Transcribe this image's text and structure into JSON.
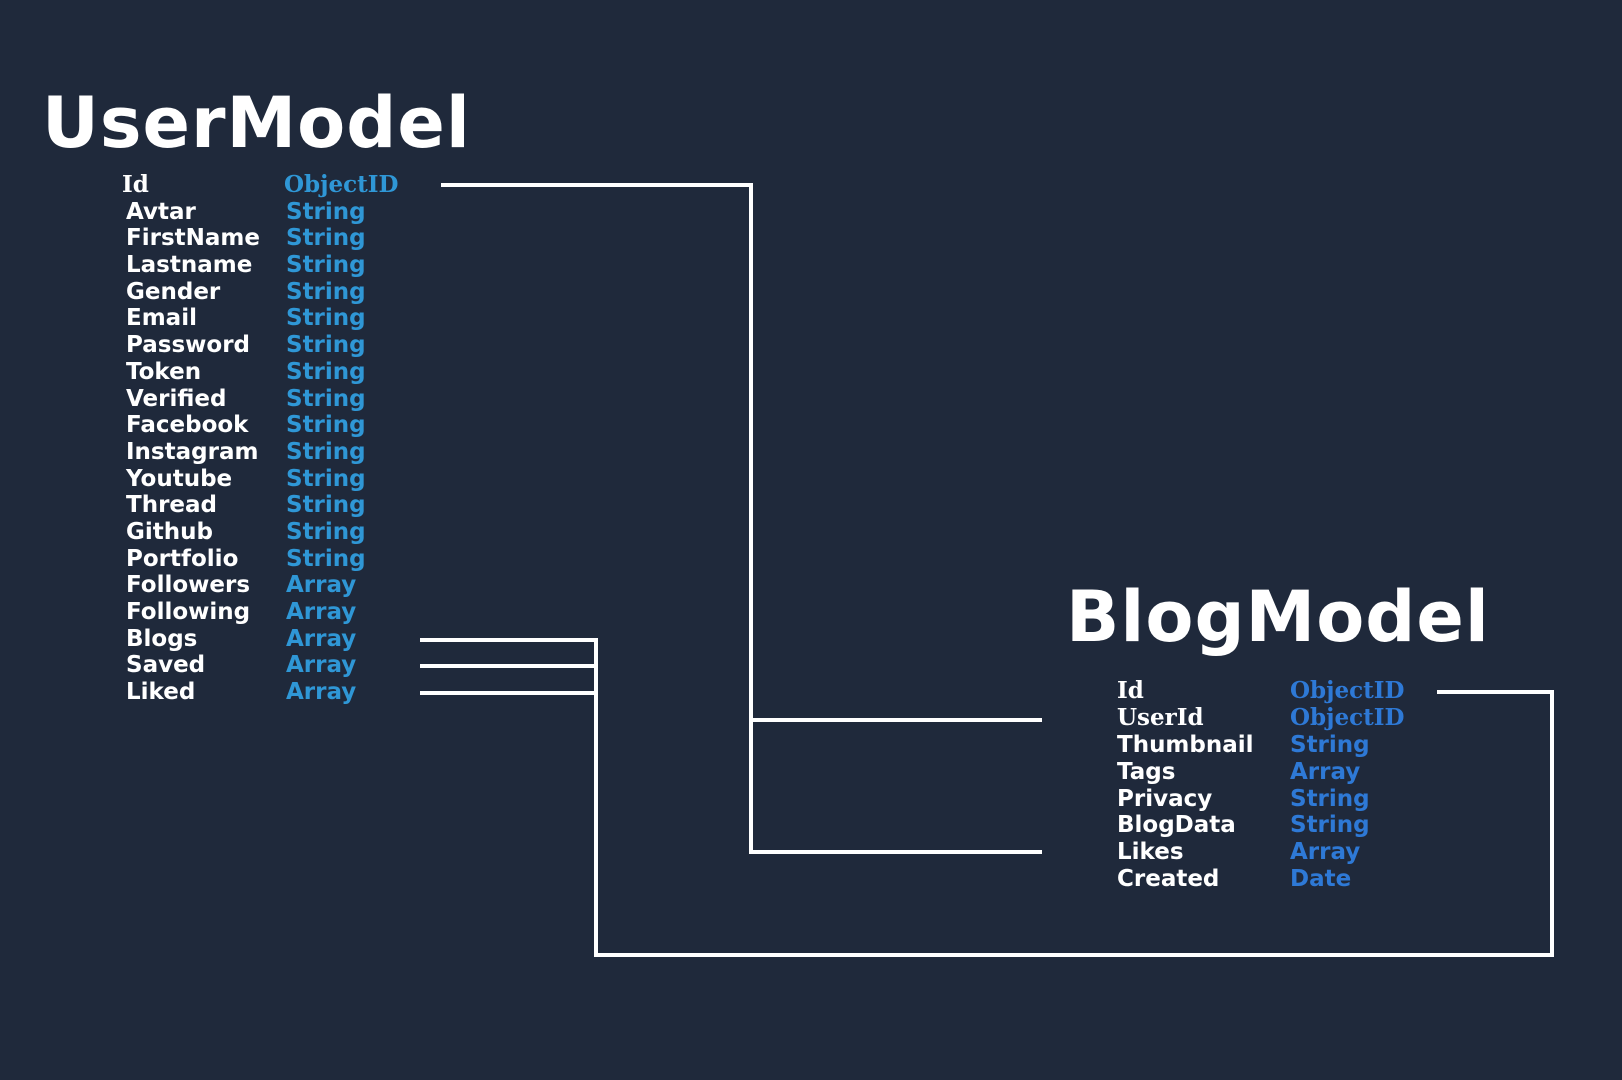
{
  "user_model": {
    "title": "UserModel",
    "fields": [
      {
        "name": "Id",
        "type": "ObjectID"
      },
      {
        "name": "Avtar",
        "type": "String"
      },
      {
        "name": "FirstName",
        "type": "String"
      },
      {
        "name": "Lastname",
        "type": "String"
      },
      {
        "name": "Gender",
        "type": "String"
      },
      {
        "name": "Email",
        "type": "String"
      },
      {
        "name": "Password",
        "type": "String"
      },
      {
        "name": "Token",
        "type": "String"
      },
      {
        "name": "Verified",
        "type": "String"
      },
      {
        "name": "Facebook",
        "type": "String"
      },
      {
        "name": "Instagram",
        "type": "String"
      },
      {
        "name": "Youtube",
        "type": "String"
      },
      {
        "name": "Thread",
        "type": "String"
      },
      {
        "name": "Github",
        "type": "String"
      },
      {
        "name": "Portfolio",
        "type": "String"
      },
      {
        "name": "Followers",
        "type": "Array"
      },
      {
        "name": "Following",
        "type": "Array"
      },
      {
        "name": "Blogs",
        "type": "Array"
      },
      {
        "name": "Saved",
        "type": "Array"
      },
      {
        "name": "Liked",
        "type": "Array"
      }
    ]
  },
  "blog_model": {
    "title": "BlogModel",
    "fields": [
      {
        "name": "Id",
        "type": "ObjectID"
      },
      {
        "name": "UserId",
        "type": "ObjectID"
      },
      {
        "name": "Thumbnail",
        "type": "String"
      },
      {
        "name": "Tags",
        "type": "Array"
      },
      {
        "name": "Privacy",
        "type": "String"
      },
      {
        "name": "BlogData",
        "type": "String"
      },
      {
        "name": "Likes",
        "type": "Array"
      },
      {
        "name": "Created",
        "type": "Date"
      }
    ]
  },
  "relations": [
    {
      "from": "UserModel.Id",
      "to": "BlogModel.UserId"
    },
    {
      "from": "UserModel.Id",
      "to": "BlogModel.Likes"
    },
    {
      "from": "UserModel.Blogs",
      "to": "BlogModel.Id"
    },
    {
      "from": "UserModel.Saved",
      "to": "BlogModel.Id"
    },
    {
      "from": "UserModel.Liked",
      "to": "BlogModel.Id"
    }
  ],
  "colors": {
    "background": "#1f293b",
    "field_name": "#ffffff",
    "user_type": "#2f97d6",
    "blog_type": "#2e79d6",
    "connector": "#ffffff"
  }
}
